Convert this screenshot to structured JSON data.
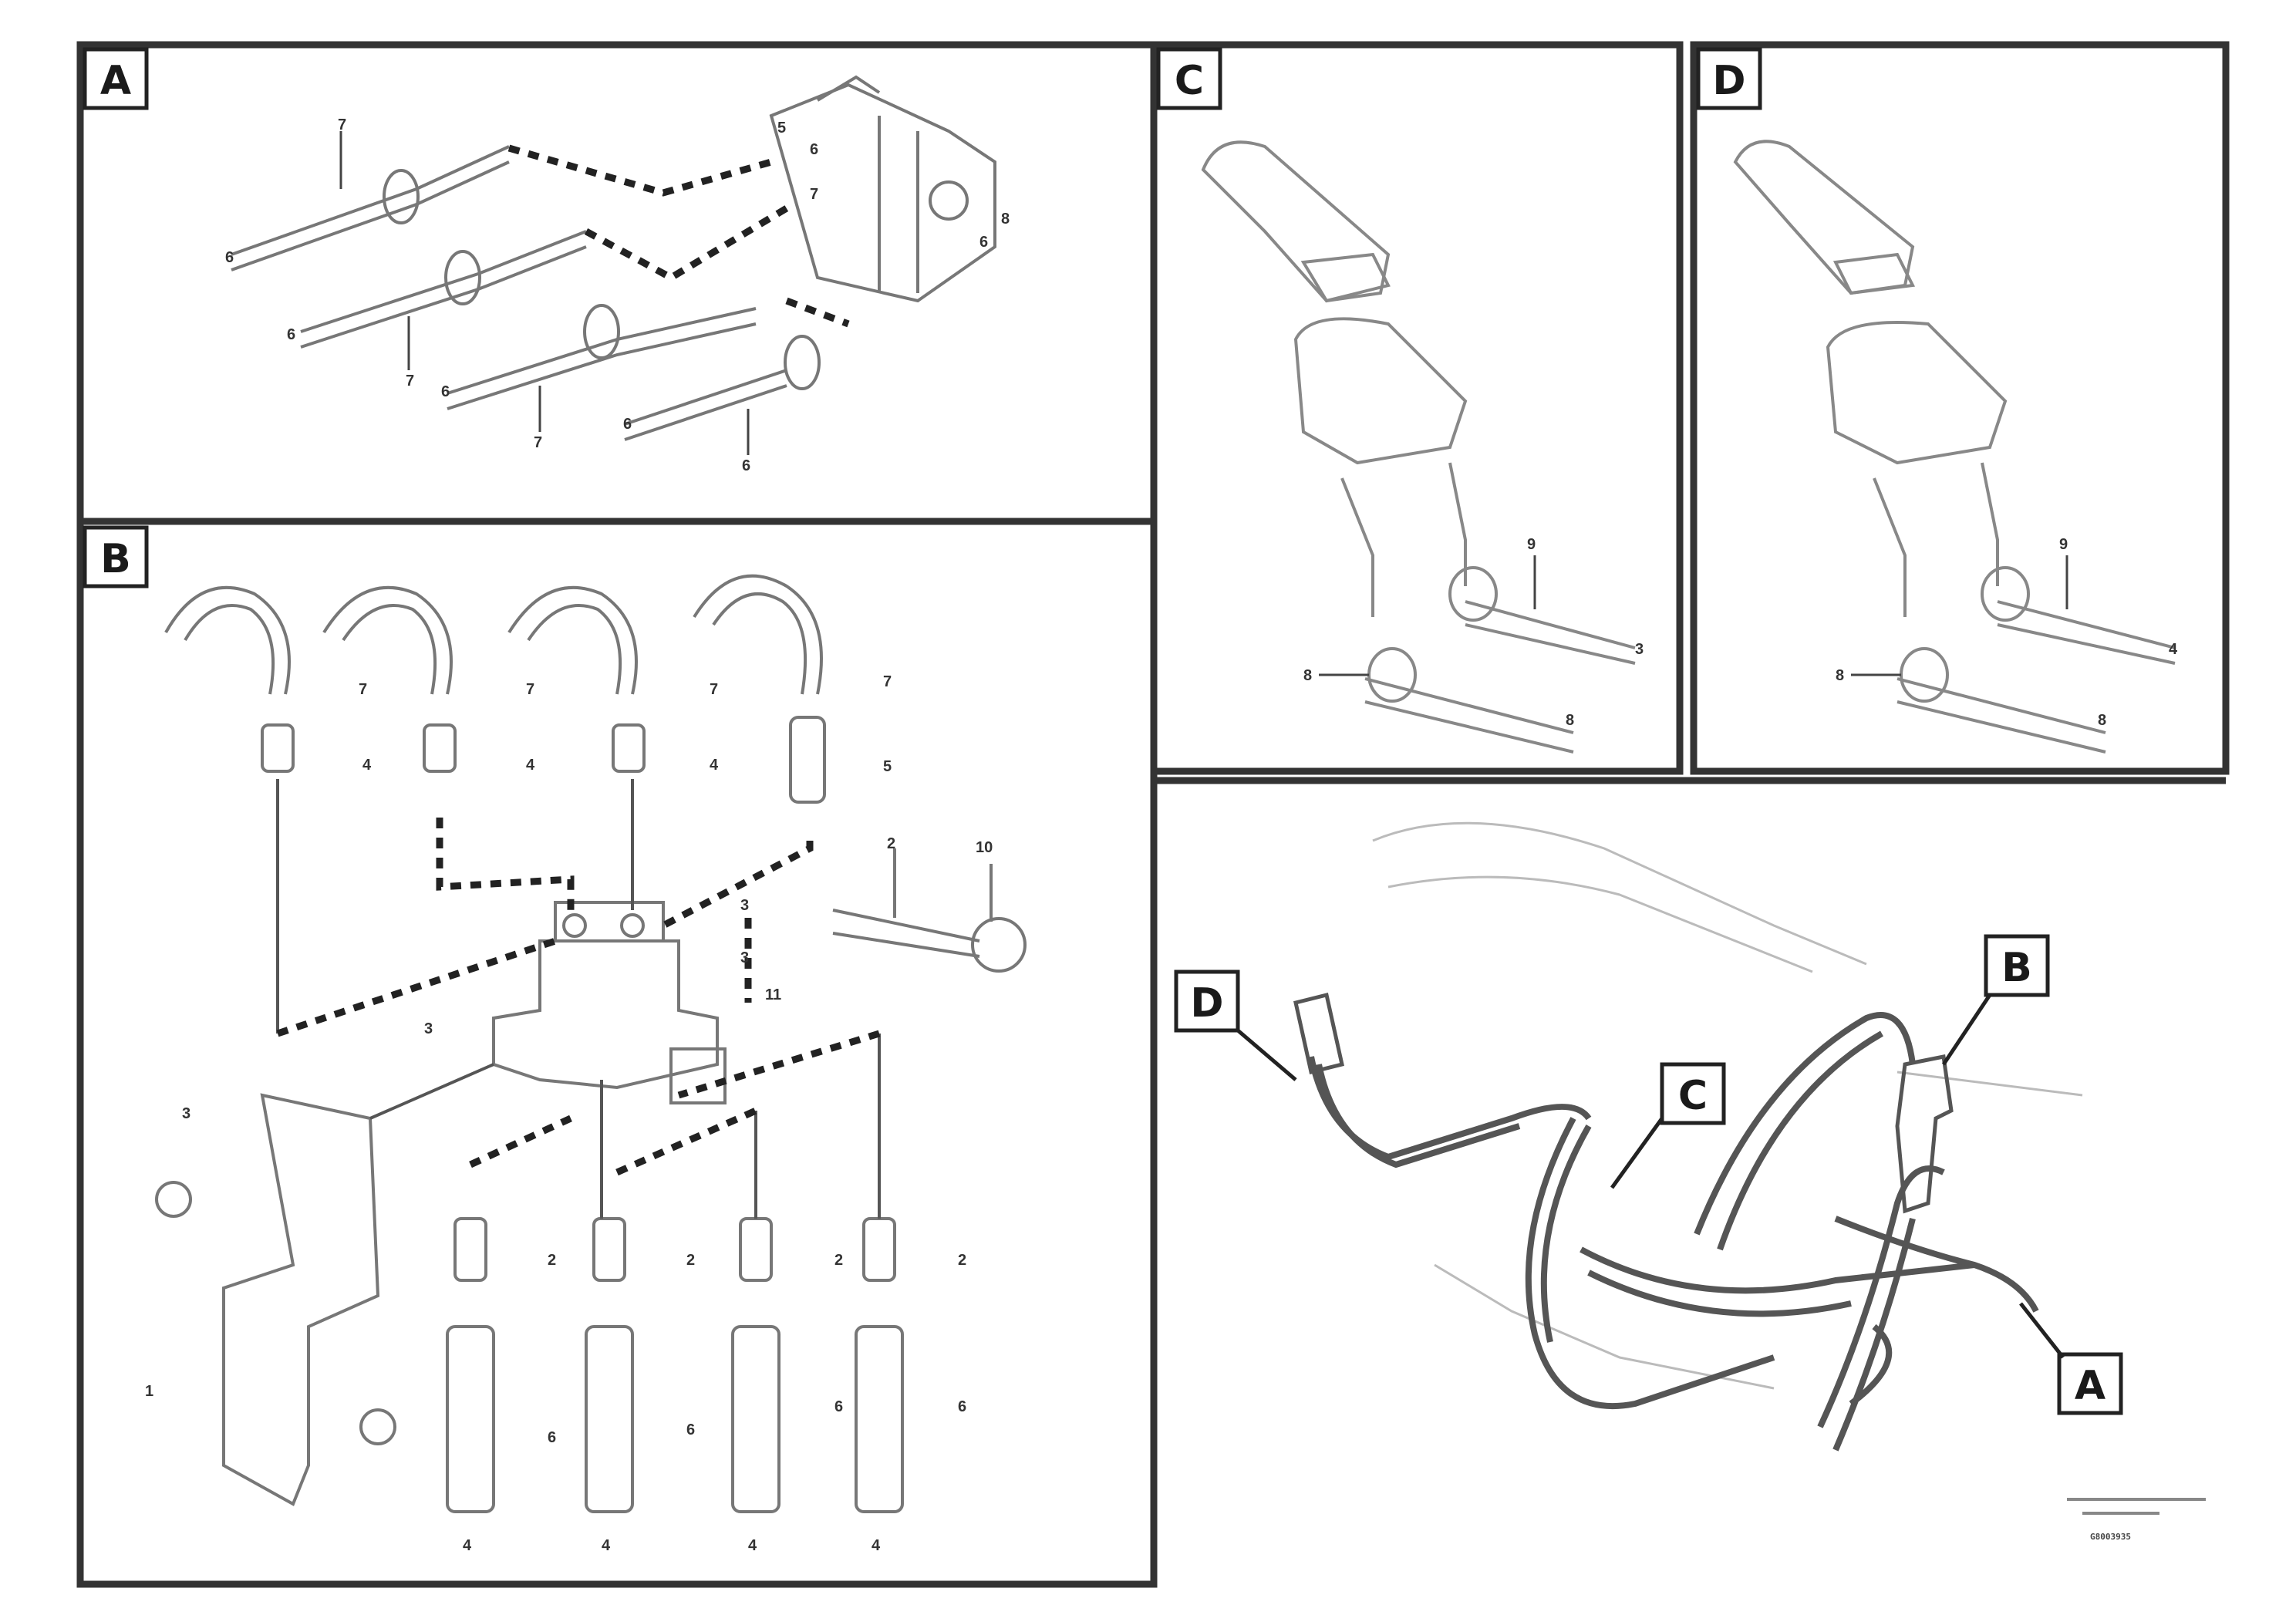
{
  "panels": {
    "a": {
      "label": "A"
    },
    "b": {
      "label": "B"
    },
    "c": {
      "label": "C"
    },
    "d": {
      "label": "D"
    }
  },
  "overview": {
    "labels": {
      "a": "A",
      "b": "B",
      "c": "C",
      "d": "D"
    }
  },
  "callouts": {
    "a": [
      "7",
      "6",
      "5",
      "6",
      "7",
      "6",
      "7",
      "6",
      "7",
      "6",
      "8",
      "6",
      "6"
    ],
    "b": [
      "7",
      "4",
      "7",
      "4",
      "7",
      "4",
      "7",
      "5",
      "2",
      "10",
      "3",
      "3",
      "11",
      "3",
      "2",
      "2",
      "2",
      "2",
      "4",
      "4",
      "4",
      "4",
      "6",
      "6",
      "6",
      "6",
      "3",
      "1"
    ],
    "c": [
      "9",
      "8",
      "3",
      "8"
    ],
    "d": [
      "9",
      "8",
      "4",
      "8"
    ]
  },
  "ref_code": "G8003935"
}
